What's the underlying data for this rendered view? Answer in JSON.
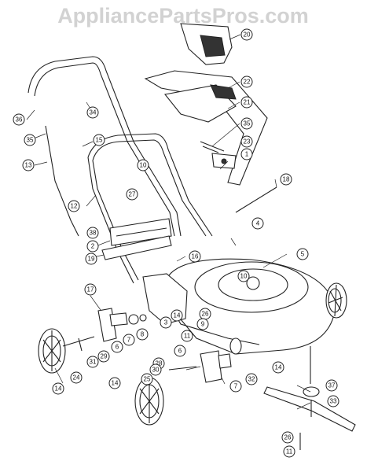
{
  "watermark": "AppliancePartsPros.com",
  "callouts": [
    {
      "id": "c-20",
      "label": "20"
    },
    {
      "id": "c-22",
      "label": "22"
    },
    {
      "id": "c-21",
      "label": "21"
    },
    {
      "id": "c-35a",
      "label": "35"
    },
    {
      "id": "c-23",
      "label": "23"
    },
    {
      "id": "c-1",
      "label": "1"
    },
    {
      "id": "c-18",
      "label": "18"
    },
    {
      "id": "c-4",
      "label": "4"
    },
    {
      "id": "c-5",
      "label": "5"
    },
    {
      "id": "c-36",
      "label": "36"
    },
    {
      "id": "c-34",
      "label": "34"
    },
    {
      "id": "c-35b",
      "label": "35"
    },
    {
      "id": "c-15",
      "label": "15"
    },
    {
      "id": "c-13",
      "label": "13"
    },
    {
      "id": "c-10a",
      "label": "10"
    },
    {
      "id": "c-27",
      "label": "27"
    },
    {
      "id": "c-12",
      "label": "12"
    },
    {
      "id": "c-38",
      "label": "38"
    },
    {
      "id": "c-2",
      "label": "2"
    },
    {
      "id": "c-19",
      "label": "19"
    },
    {
      "id": "c-16",
      "label": "16"
    },
    {
      "id": "c-10b",
      "label": "10"
    },
    {
      "id": "c-17",
      "label": "17"
    },
    {
      "id": "c-3",
      "label": "3"
    },
    {
      "id": "c-14a",
      "label": "14"
    },
    {
      "id": "c-26a",
      "label": "26"
    },
    {
      "id": "c-9",
      "label": "9"
    },
    {
      "id": "c-7a",
      "label": "7"
    },
    {
      "id": "c-8",
      "label": "8"
    },
    {
      "id": "c-6a",
      "label": "6"
    },
    {
      "id": "c-29",
      "label": "29"
    },
    {
      "id": "c-31",
      "label": "31"
    },
    {
      "id": "c-24",
      "label": "24"
    },
    {
      "id": "c-14b",
      "label": "14"
    },
    {
      "id": "c-11a",
      "label": "11"
    },
    {
      "id": "c-6b",
      "label": "6"
    },
    {
      "id": "c-32",
      "label": "32"
    },
    {
      "id": "c-28",
      "label": "28"
    },
    {
      "id": "c-30",
      "label": "30"
    },
    {
      "id": "c-7b",
      "label": "7"
    },
    {
      "id": "c-25",
      "label": "25"
    },
    {
      "id": "c-14c",
      "label": "14"
    },
    {
      "id": "c-14d",
      "label": "14"
    },
    {
      "id": "c-37",
      "label": "37"
    },
    {
      "id": "c-33",
      "label": "33"
    },
    {
      "id": "c-26b",
      "label": "26"
    },
    {
      "id": "c-11b",
      "label": "11"
    }
  ]
}
